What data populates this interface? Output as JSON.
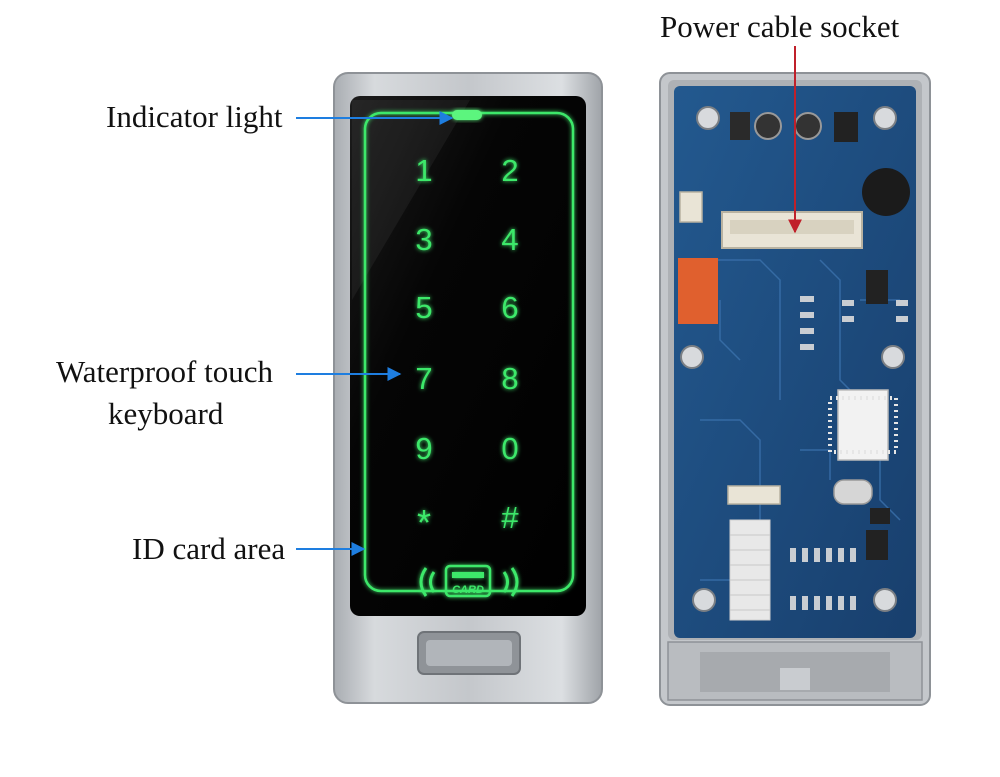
{
  "labels": {
    "indicator_light": "Indicator light",
    "keyboard_line1": "Waterproof touch",
    "keyboard_line2": "keyboard",
    "id_card_area": "ID card area",
    "power_cable_socket": "Power cable socket"
  },
  "keypad": {
    "keys": [
      "1",
      "2",
      "3",
      "4",
      "5",
      "6",
      "7",
      "8",
      "9",
      "0",
      "*",
      "#"
    ],
    "card_text": "CARD"
  },
  "colors": {
    "glow_green": "#3ee86a",
    "arrow_blue": "#1e7ee0",
    "arrow_red": "#c0202a",
    "pcb_blue": "#1f4f86",
    "metal": "#c9ccd0"
  }
}
